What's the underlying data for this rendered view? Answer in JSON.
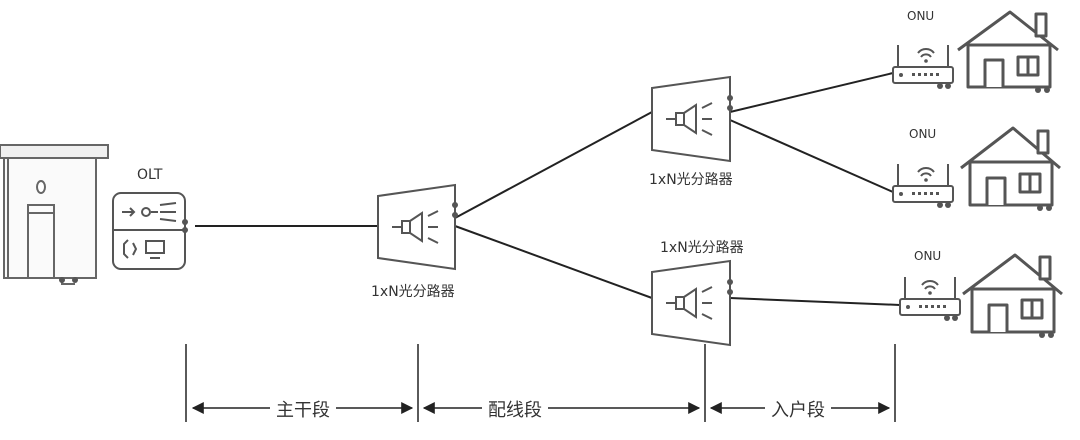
{
  "olt": {
    "label": "OLT"
  },
  "splitters": {
    "main": {
      "label": "1xN光分路器"
    },
    "upper": {
      "label": "1xN光分路器"
    },
    "lower": {
      "label": "1xN光分路器"
    }
  },
  "onus": [
    {
      "label": "ONU"
    },
    {
      "label": "ONU"
    },
    {
      "label": "ONU"
    }
  ],
  "segments": {
    "trunk": "主干段",
    "distribution": "配线段",
    "drop": "入户段"
  },
  "colors": {
    "stroke": "#555555",
    "line": "#222222"
  }
}
